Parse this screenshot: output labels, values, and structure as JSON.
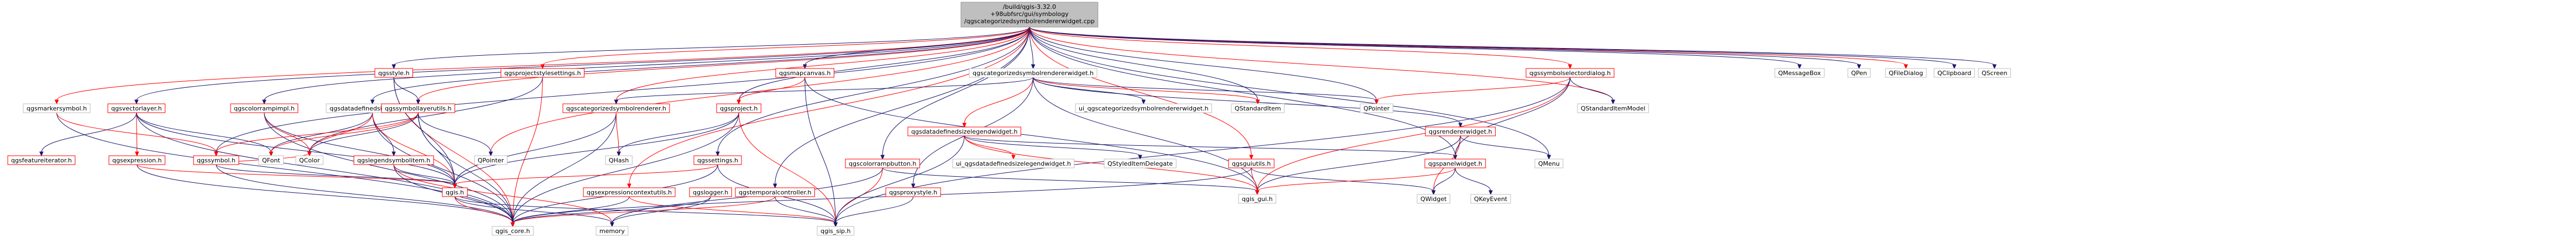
{
  "graph": {
    "colors": {
      "root_fill": "#bfbfbf",
      "node_fill": "#ffffff",
      "node_stroke": "#bfbfbf",
      "red_stroke": "#ff0000",
      "edge_blue": "#191970",
      "edge_red": "#ff0000",
      "text": "#000000"
    },
    "root": {
      "id": "root",
      "lines": [
        "/build/qgis-3.32.0",
        "+98ubfsrc/gui/symbology",
        "/qgscategorizedsymbolrendererwidget.cpp"
      ]
    },
    "nodes": [
      {
        "id": "qgsmarkersymbol",
        "label": "qgsmarkersymbol.h",
        "red": false
      },
      {
        "id": "qgsvectorlayer",
        "label": "qgsvectorlayer.h",
        "red": true
      },
      {
        "id": "qgsstyle",
        "label": "qgsstyle.h",
        "red": true
      },
      {
        "id": "qgsprojectstylesettings",
        "label": "qgsprojectstylesettings.h",
        "red": true
      },
      {
        "id": "qgscolorrampimpl",
        "label": "qgscolorrampimpl.h",
        "red": true
      },
      {
        "id": "qgsdatadefinedsizelegend",
        "label": "qgsdatadefinedsizelegend.h",
        "red": false
      },
      {
        "id": "qgssymbollayerutils",
        "label": "qgssymbollayerutils.h",
        "red": true
      },
      {
        "id": "qgsmapcanvas",
        "label": "qgsmapcanvas.h",
        "red": true
      },
      {
        "id": "qgscategorizedsymbolrendererwidget",
        "label": "qgscategorizedsymbolrendererwidget.h",
        "red": false
      },
      {
        "id": "qgssymbolselectordialog",
        "label": "qgssymbolselectordialog.h",
        "red": true
      },
      {
        "id": "QMessageBox",
        "label": "QMessageBox",
        "red": false
      },
      {
        "id": "QPen",
        "label": "QPen",
        "red": false
      },
      {
        "id": "QFileDialog",
        "label": "QFileDialog",
        "red": false
      },
      {
        "id": "QClipboard",
        "label": "QClipboard",
        "red": false
      },
      {
        "id": "QScreen",
        "label": "QScreen",
        "red": false
      },
      {
        "id": "qgsfeatureiterator",
        "label": "qgsfeatureiterator.h",
        "red": true
      },
      {
        "id": "qgsexpression",
        "label": "qgsexpression.h",
        "red": true
      },
      {
        "id": "qgssymbol",
        "label": "qgssymbol.h",
        "red": true
      },
      {
        "id": "QFont",
        "label": "QFont",
        "red": false
      },
      {
        "id": "QColor",
        "label": "QColor",
        "red": false
      },
      {
        "id": "qgslegendsymbolitem",
        "label": "qgslegendsymbolitem.h",
        "red": true
      },
      {
        "id": "QPointer1",
        "label": "QPointer",
        "red": false
      },
      {
        "id": "qgscategorizedsymbolrenderer",
        "label": "qgscategorizedsymbolrenderer.h",
        "red": true
      },
      {
        "id": "qgsproject",
        "label": "qgsproject.h",
        "red": true
      },
      {
        "id": "QHash",
        "label": "QHash",
        "red": false
      },
      {
        "id": "qgssettings",
        "label": "qgssettings.h",
        "red": true
      },
      {
        "id": "qgsexpressioncontextutils",
        "label": "qgsexpressioncontextutils.h",
        "red": true
      },
      {
        "id": "qgslogger",
        "label": "qgslogger.h",
        "red": true
      },
      {
        "id": "qgstemporalcontroller",
        "label": "qgstemporalcontroller.h",
        "red": true
      },
      {
        "id": "qgscolorrampbutton",
        "label": "qgscolorrampbutton.h",
        "red": true
      },
      {
        "id": "qgsproxystyle",
        "label": "qgsproxystyle.h",
        "red": true
      },
      {
        "id": "qgsdatadefinedsizelegendwidget",
        "label": "qgsdatadefinedsizelegendwidget.h",
        "red": true
      },
      {
        "id": "ui_qgsdatadefinedsizelegendwidget",
        "label": "ui_qgsdatadefinedsizelegendwidget.h",
        "red": false
      },
      {
        "id": "QStyledItemDelegate",
        "label": "QStyledItemDelegate",
        "red": false
      },
      {
        "id": "ui_qgscategorizedsymbolrendererwidget",
        "label": "ui_qgscategorizedsymbolrendererwidget.h",
        "red": false
      },
      {
        "id": "QStandardItem",
        "label": "QStandardItem",
        "red": false
      },
      {
        "id": "QPointer2",
        "label": "QPointer",
        "red": false
      },
      {
        "id": "qgsrendererwidget",
        "label": "qgsrendererwidget.h",
        "red": true
      },
      {
        "id": "qgsguiutils",
        "label": "qgsguiutils.h",
        "red": true
      },
      {
        "id": "qgspanelwidget",
        "label": "qgspanelwidget.h",
        "red": true
      },
      {
        "id": "QMenu",
        "label": "QMenu",
        "red": false
      },
      {
        "id": "QStandardItemModel",
        "label": "QStandardItemModel",
        "red": false
      },
      {
        "id": "qgis",
        "label": "qgis.h",
        "red": true
      },
      {
        "id": "qgis_core",
        "label": "qgis_core.h",
        "red": false
      },
      {
        "id": "memory",
        "label": "memory",
        "red": false
      },
      {
        "id": "qgis_sip",
        "label": "qgis_sip.h",
        "red": false
      },
      {
        "id": "qgis_gui",
        "label": "qgis_gui.h",
        "red": false
      },
      {
        "id": "QWidget",
        "label": "QWidget",
        "red": false
      },
      {
        "id": "QKeyEvent",
        "label": "QKeyEvent",
        "red": false
      }
    ],
    "edges": [
      [
        "root",
        "qgsmarkersymbol"
      ],
      [
        "root",
        "qgsvectorlayer"
      ],
      [
        "root",
        "qgsstyle"
      ],
      [
        "root",
        "qgsprojectstylesettings"
      ],
      [
        "root",
        "qgscolorrampimpl"
      ],
      [
        "root",
        "qgsdatadefinedsizelegend"
      ],
      [
        "root",
        "qgssymbollayerutils"
      ],
      [
        "root",
        "qgsmapcanvas"
      ],
      [
        "root",
        "qgscategorizedsymbolrendererwidget"
      ],
      [
        "root",
        "qgssymbolselectordialog"
      ],
      [
        "root",
        "QMessageBox"
      ],
      [
        "root",
        "QPen"
      ],
      [
        "root",
        "QFileDialog"
      ],
      [
        "root",
        "QClipboard"
      ],
      [
        "root",
        "QScreen"
      ],
      [
        "root",
        "qgscategorizedsymbolrenderer"
      ],
      [
        "root",
        "qgsproject"
      ],
      [
        "root",
        "qgssettings"
      ],
      [
        "root",
        "qgsexpressioncontextutils"
      ],
      [
        "root",
        "qgstemporalcontroller"
      ],
      [
        "root",
        "qgscolorrampbutton"
      ],
      [
        "root",
        "qgsguiutils"
      ],
      [
        "root",
        "QPointer2"
      ],
      [
        "root",
        "QStandardItem"
      ],
      [
        "root",
        "QStandardItemModel"
      ],
      [
        "root",
        "QMenu"
      ],
      [
        "root",
        "qgspanelwidget"
      ],
      [
        "root",
        "QPointer1"
      ],
      [
        "root",
        "qgssymbol"
      ],
      [
        "qgsmarkersymbol",
        "qgis_core"
      ],
      [
        "qgsmarkersymbol",
        "qgssymbol"
      ],
      [
        "qgsvectorlayer",
        "qgis_core"
      ],
      [
        "qgsvectorlayer",
        "qgsfeatureiterator"
      ],
      [
        "qgsvectorlayer",
        "qgsexpression"
      ],
      [
        "qgsvectorlayer",
        "QFont"
      ],
      [
        "qgsvectorlayer",
        "qgis"
      ],
      [
        "qgsstyle",
        "qgis_core"
      ],
      [
        "qgsstyle",
        "qgis"
      ],
      [
        "qgsstyle",
        "qgssymbollayerutils"
      ],
      [
        "qgsprojectstylesettings",
        "qgis_core"
      ],
      [
        "qgsprojectstylesettings",
        "QColor"
      ],
      [
        "qgscolorrampimpl",
        "qgis_core"
      ],
      [
        "qgscolorrampimpl",
        "QColor"
      ],
      [
        "qgscolorrampimpl",
        "qgis"
      ],
      [
        "qgsdatadefinedsizelegend",
        "qgis_core"
      ],
      [
        "qgsdatadefinedsizelegend",
        "QColor"
      ],
      [
        "qgsdatadefinedsizelegend",
        "QFont"
      ],
      [
        "qgsdatadefinedsizelegend",
        "qgslegendsymbolitem"
      ],
      [
        "qgsdatadefinedsizelegend",
        "qgis"
      ],
      [
        "qgssymbollayerutils",
        "qgis_core"
      ],
      [
        "qgssymbollayerutils",
        "qgis"
      ],
      [
        "qgssymbollayerutils",
        "QFont"
      ],
      [
        "qgssymbollayerutils",
        "QColor"
      ],
      [
        "qgssymbollayerutils",
        "QPointer1"
      ],
      [
        "qgssymbollayerutils",
        "qgssymbol"
      ],
      [
        "qgsmapcanvas",
        "qgis_gui"
      ],
      [
        "qgsmapcanvas",
        "qgis_sip"
      ],
      [
        "qgsmapcanvas",
        "qgsproject"
      ],
      [
        "qgscategorizedsymbolrendererwidget",
        "qgsrendererwidget"
      ],
      [
        "qgscategorizedsymbolrendererwidget",
        "qgis_gui"
      ],
      [
        "qgscategorizedsymbolrendererwidget",
        "qgsdatadefinedsizelegendwidget"
      ],
      [
        "qgscategorizedsymbolrendererwidget",
        "qgsproxystyle"
      ],
      [
        "qgscategorizedsymbolrendererwidget",
        "ui_qgscategorizedsymbolrendererwidget"
      ],
      [
        "qgscategorizedsymbolrendererwidget",
        "QStandardItem"
      ],
      [
        "qgscategorizedsymbolrendererwidget",
        "QPointer2"
      ],
      [
        "qgscategorizedsymbolrendererwidget",
        "qgscategorizedsymbolrenderer"
      ],
      [
        "qgssymbolselectordialog",
        "qgis_gui"
      ],
      [
        "qgssymbolselectordialog",
        "qgspanelwidget"
      ],
      [
        "qgssymbolselectordialog",
        "QStandardItemModel"
      ],
      [
        "qgssymbolselectordialog",
        "QPointer2"
      ],
      [
        "qgssymbolselectordialog",
        "qgis_sip"
      ],
      [
        "qgsexpression",
        "qgis_core"
      ],
      [
        "qgsexpression",
        "qgis"
      ],
      [
        "qgssymbol",
        "qgis_core"
      ],
      [
        "qgssymbol",
        "qgis"
      ],
      [
        "qgssymbol",
        "QColor"
      ],
      [
        "qgslegendsymbolitem",
        "qgis_core"
      ],
      [
        "qgslegendsymbolitem",
        "qgis"
      ],
      [
        "qgslegendsymbolitem",
        "memory"
      ],
      [
        "qgscategorizedsymbolrenderer",
        "qgis_core"
      ],
      [
        "qgscategorizedsymbolrenderer",
        "qgis"
      ],
      [
        "qgscategorizedsymbolrenderer",
        "QHash"
      ],
      [
        "qgsproject",
        "qgis_core"
      ],
      [
        "qgsproject",
        "QHash"
      ],
      [
        "qgsproject",
        "qgis_sip"
      ],
      [
        "qgsproject",
        "qgis"
      ],
      [
        "qgssettings",
        "qgis_core"
      ],
      [
        "qgssettings",
        "qgis"
      ],
      [
        "qgssettings",
        "qgis_sip"
      ],
      [
        "qgsexpressioncontextutils",
        "qgis_core"
      ],
      [
        "qgsexpressioncontextutils",
        "qgis_sip"
      ],
      [
        "qgslogger",
        "qgis_core"
      ],
      [
        "qgslogger",
        "memory"
      ],
      [
        "qgstemporalcontroller",
        "qgis_core"
      ],
      [
        "qgstemporalcontroller",
        "qgis_sip"
      ],
      [
        "qgscolorrampbutton",
        "qgis_gui"
      ],
      [
        "qgscolorrampbutton",
        "qgis_sip"
      ],
      [
        "qgscolorrampbutton",
        "memory"
      ],
      [
        "qgsproxystyle",
        "qgis_sip"
      ],
      [
        "qgsdatadefinedsizelegendwidget",
        "ui_qgsdatadefinedsizelegendwidget"
      ],
      [
        "qgsdatadefinedsizelegendwidget",
        "qgspanelwidget"
      ],
      [
        "qgsdatadefinedsizelegendwidget",
        "QStyledItemDelegate"
      ],
      [
        "qgsdatadefinedsizelegendwidget",
        "qgis_gui"
      ],
      [
        "qgsdatadefinedsizelegendwidget",
        "qgis_sip"
      ],
      [
        "qgsrendererwidget",
        "qgspanelwidget"
      ],
      [
        "qgsrendererwidget",
        "QWidget"
      ],
      [
        "qgsrendererwidget",
        "qgis_gui"
      ],
      [
        "qgsrendererwidget",
        "QMenu"
      ],
      [
        "qgsguiutils",
        "qgis_gui"
      ],
      [
        "qgsguiutils",
        "QWidget"
      ],
      [
        "qgsguiutils",
        "qgis_core"
      ],
      [
        "qgspanelwidget",
        "qgis_gui"
      ],
      [
        "qgspanelwidget",
        "QWidget"
      ],
      [
        "qgspanelwidget",
        "QKeyEvent"
      ],
      [
        "qgis",
        "qgis_core"
      ],
      [
        "qgis",
        "qgis_sip"
      ],
      [
        "qgis",
        "memory"
      ]
    ]
  }
}
